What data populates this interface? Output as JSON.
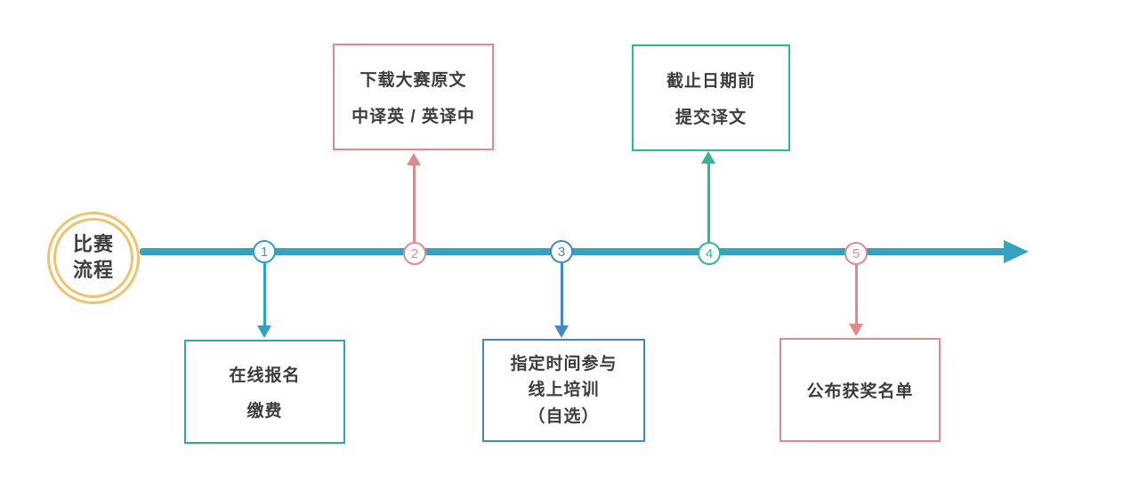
{
  "diagram": {
    "title_circle": {
      "lines": [
        "比赛",
        "流程"
      ]
    },
    "colors": {
      "timeline": "#35a2bf",
      "title_ring": "#ecc46c",
      "text": "#3d3d3d"
    },
    "steps": [
      {
        "number": "1",
        "box_position": "below",
        "accent": "#2fa3bc",
        "lines": [
          "在线报名",
          "缴费"
        ]
      },
      {
        "number": "2",
        "box_position": "above",
        "accent": "#e2898e",
        "lines": [
          "下载大赛原文",
          "中译英 / 英译中"
        ]
      },
      {
        "number": "3",
        "box_position": "below",
        "accent": "#4688c6",
        "lines": [
          "指定时间参与",
          "线上培训",
          "（自选）"
        ]
      },
      {
        "number": "4",
        "box_position": "above",
        "accent": "#2eb795",
        "lines": [
          "截止日期前",
          "提交译文"
        ]
      },
      {
        "number": "5",
        "box_position": "below",
        "accent": "#e2898e",
        "lines": [
          "公布获奖名单"
        ]
      }
    ]
  }
}
